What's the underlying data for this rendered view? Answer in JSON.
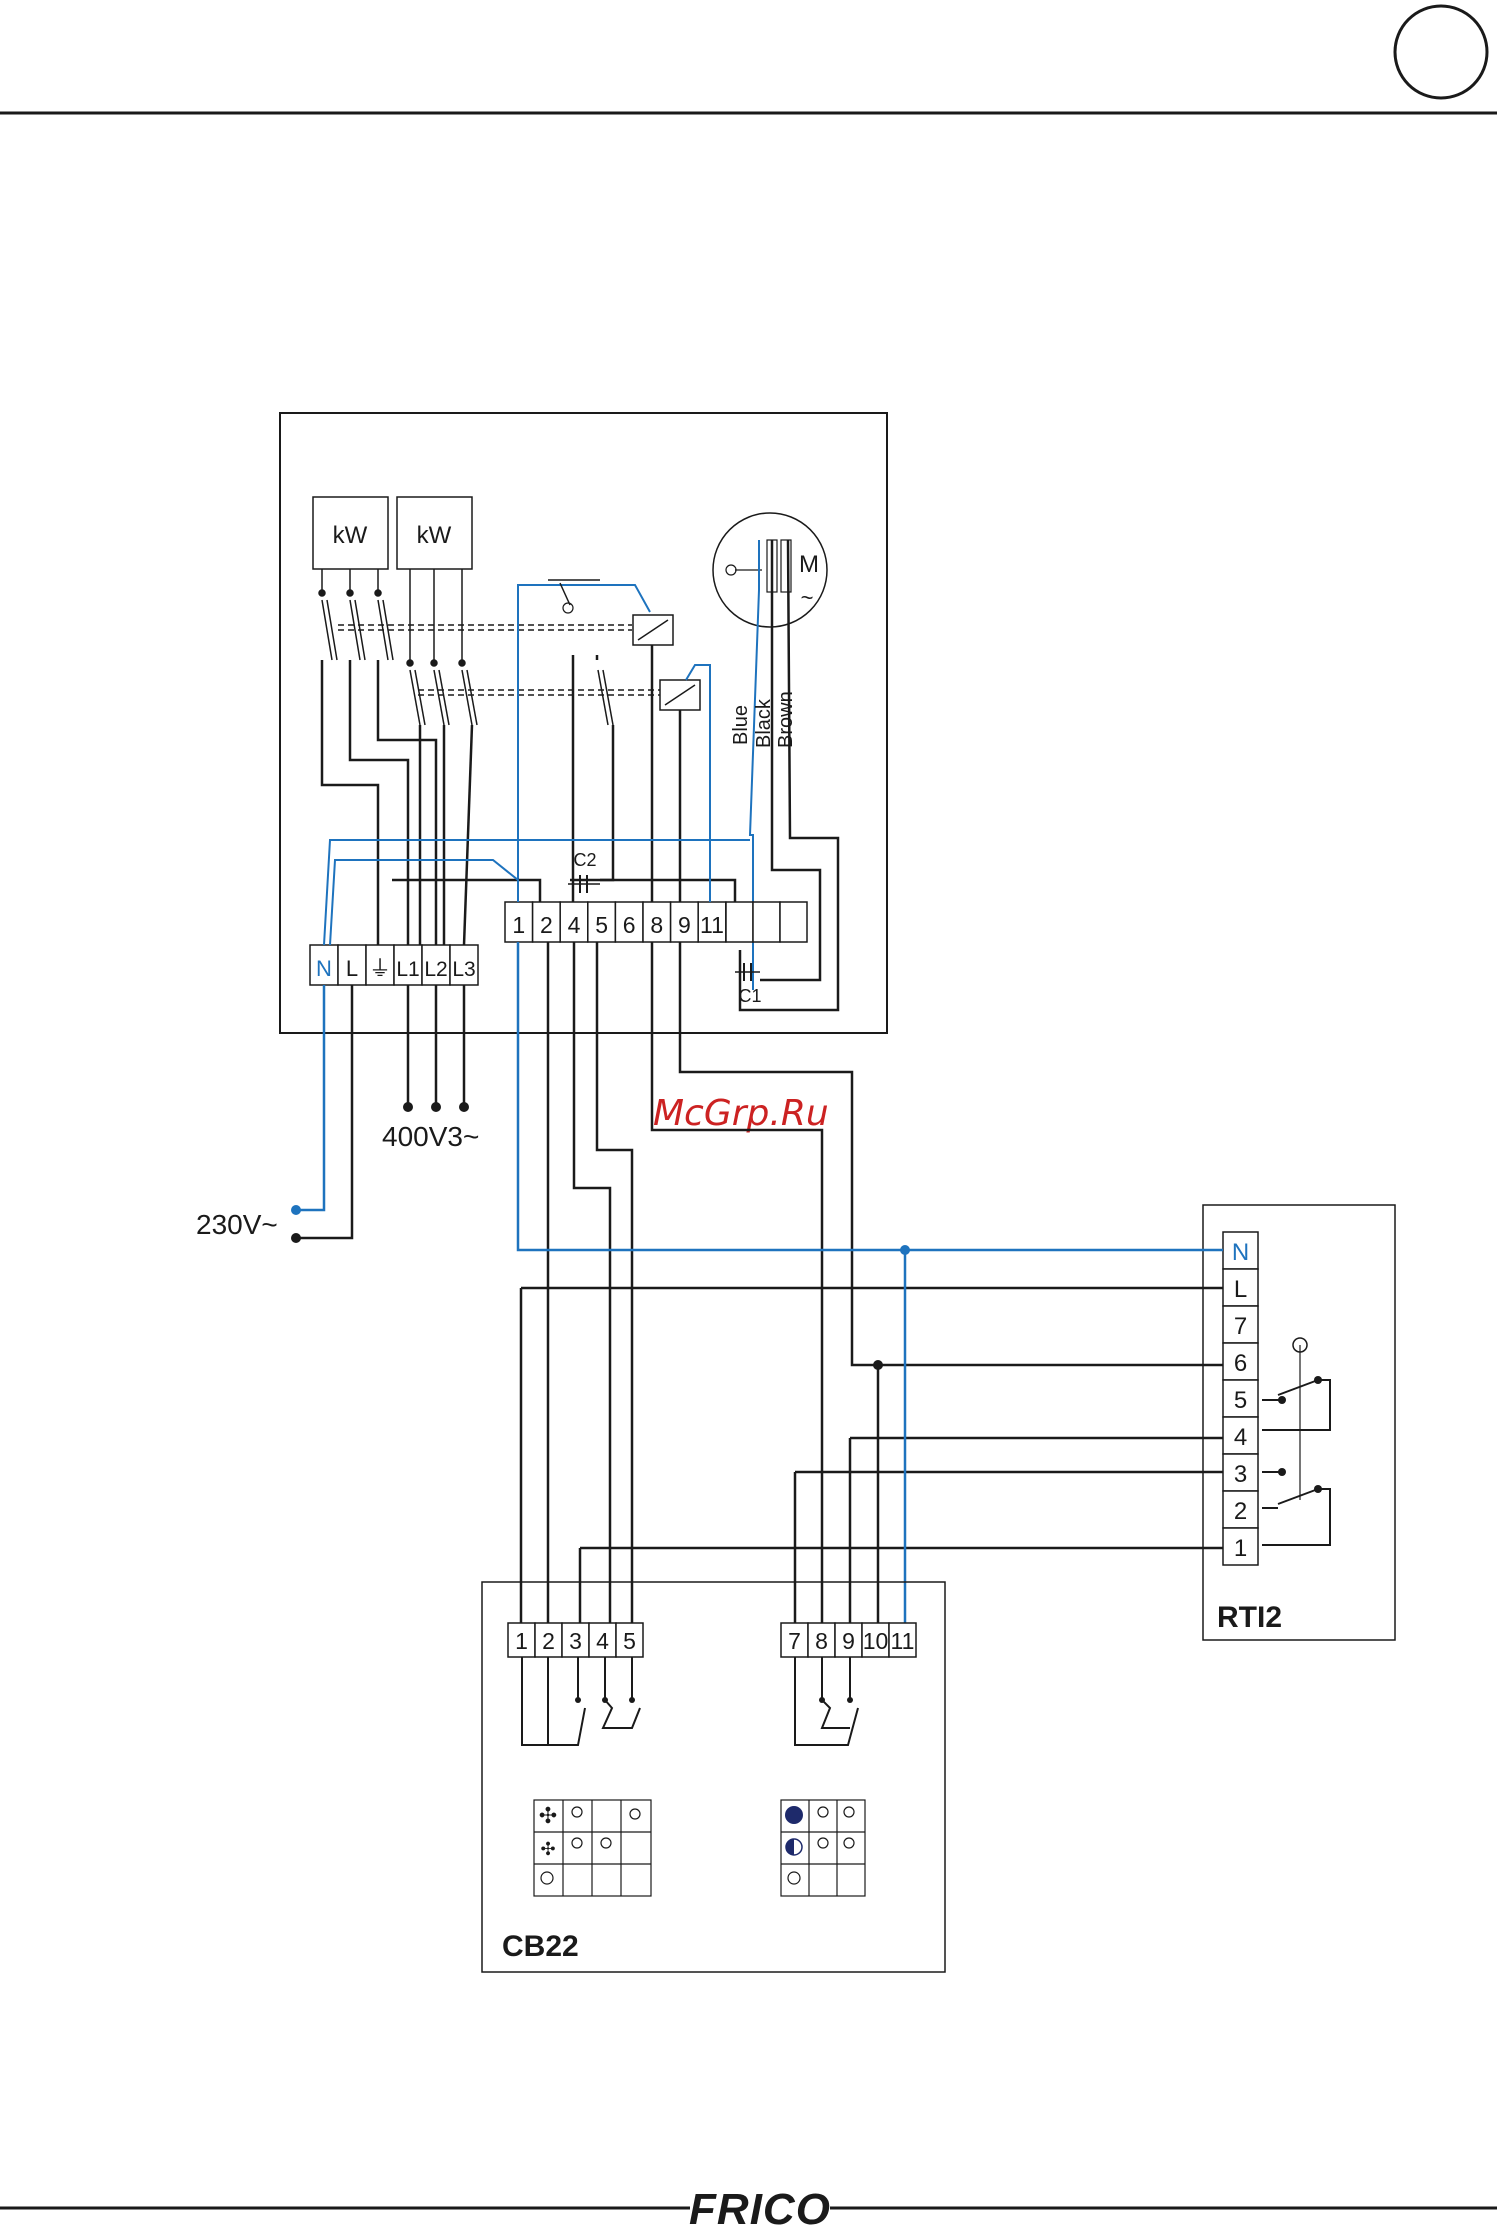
{
  "page": {
    "language_marker": "",
    "footer_logo": "FRICO"
  },
  "unit": {
    "heater_labels": [
      "kW",
      "kW"
    ],
    "motor": {
      "label": "M",
      "ac_symbol": "~"
    },
    "wire_colors": [
      "Blue",
      "Black",
      "Brown"
    ],
    "capacitors": [
      "C2",
      "C1"
    ],
    "main_terminals": [
      "N",
      "L",
      "⏚",
      "L1",
      "L2",
      "L3"
    ],
    "control_terminals": [
      "1",
      "2",
      "4",
      "5",
      "6",
      "8",
      "9",
      "11"
    ],
    "supply_400": "400V3~",
    "supply_230": "230V~"
  },
  "watermark": "McGrp.Ru",
  "rti2": {
    "title": "RTI2",
    "terminals": [
      "N",
      "L",
      "7",
      "6",
      "5",
      "4",
      "3",
      "2",
      "1"
    ]
  },
  "cb22": {
    "title": "CB22",
    "terminals_left": [
      "1",
      "2",
      "3",
      "4",
      "5"
    ],
    "terminals_right": [
      "7",
      "8",
      "9",
      "10",
      "11"
    ]
  },
  "colors": {
    "line": "#1a1a1a",
    "blue_wire": "#1e73be",
    "watermark": "#cc2222",
    "icon_fill": "#1e2a6b"
  }
}
